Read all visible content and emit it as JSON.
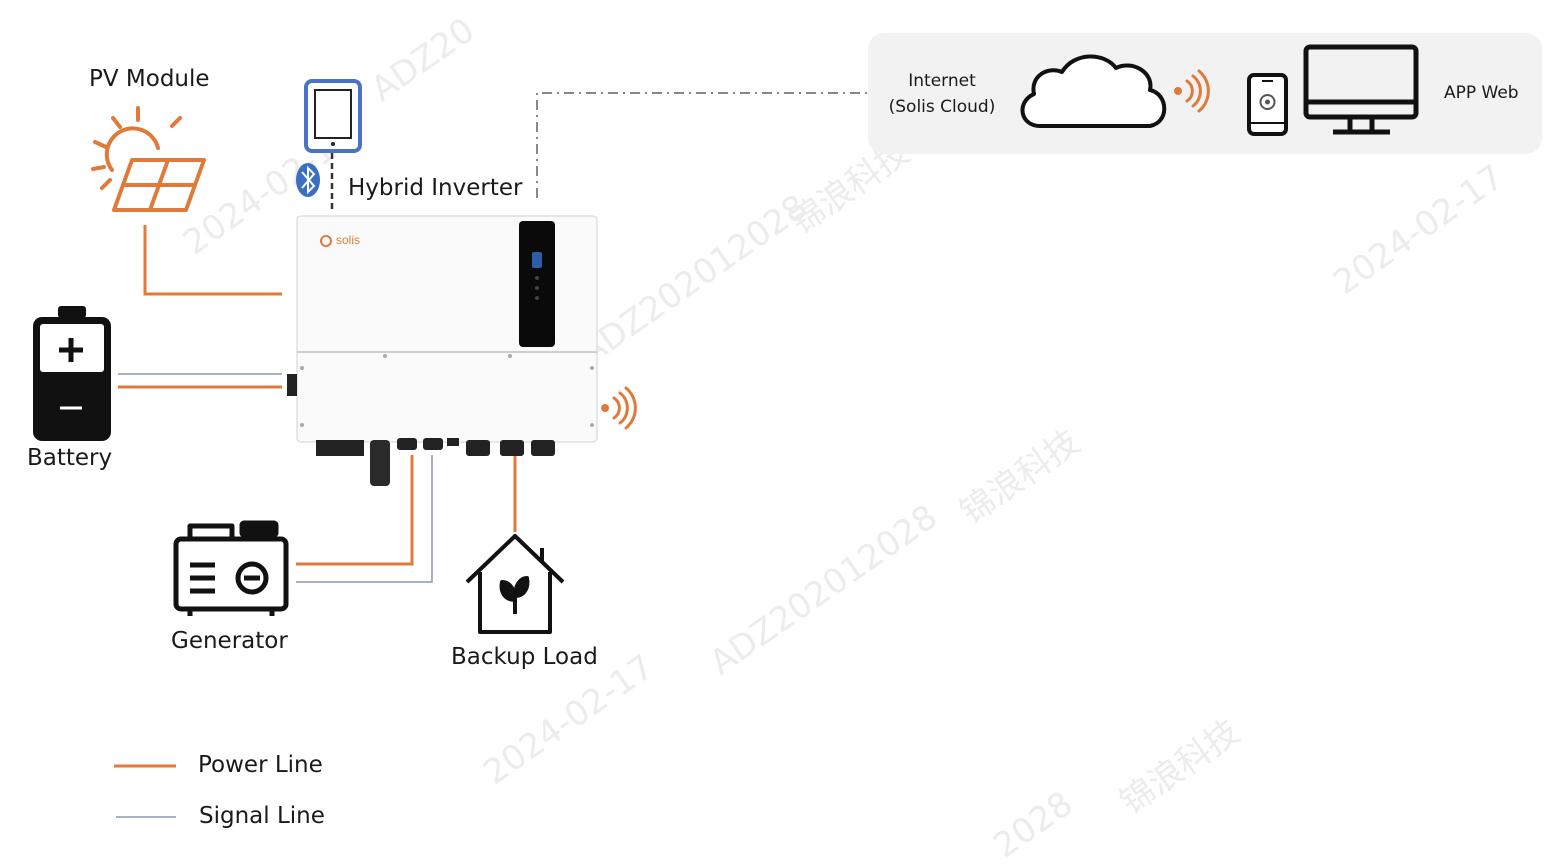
{
  "labels": {
    "pv_module": "PV Module",
    "hybrid_inverter": "Hybrid Inverter",
    "battery": "Battery",
    "generator": "Generator",
    "backup_load": "Backup Load",
    "internet_line1": "Internet",
    "internet_line2": "(Solis Cloud)",
    "app_web": "APP Web",
    "inverter_brand": "solis"
  },
  "legend": [
    {
      "label": "Power Line",
      "color": "#e07a3a"
    },
    {
      "label": "Signal Line",
      "color": "#8a9ab0"
    }
  ],
  "watermarks": [
    "ADZ20",
    "2024-02-17",
    "ADZ202012028",
    "锦浪科技",
    "2024-02-17",
    "锦浪科技",
    "ADZ202012028",
    "2024-02-17",
    "锦浪科技",
    "2028"
  ],
  "colors": {
    "power_line": "#e07a3a",
    "signal_line": "#8a9ab0",
    "bluetooth": "#3b6fc4",
    "tablet_frame": "#4a72c6",
    "panel_bg": "#f2f2f2",
    "icon_dark": "#111111"
  },
  "icons": [
    "sun-solar-panel-icon",
    "tablet-icon",
    "bluetooth-icon",
    "battery-icon",
    "generator-icon",
    "house-plant-icon",
    "cloud-icon",
    "wifi-signal-icon",
    "smartphone-icon",
    "monitor-icon",
    "hybrid-inverter-device"
  ]
}
